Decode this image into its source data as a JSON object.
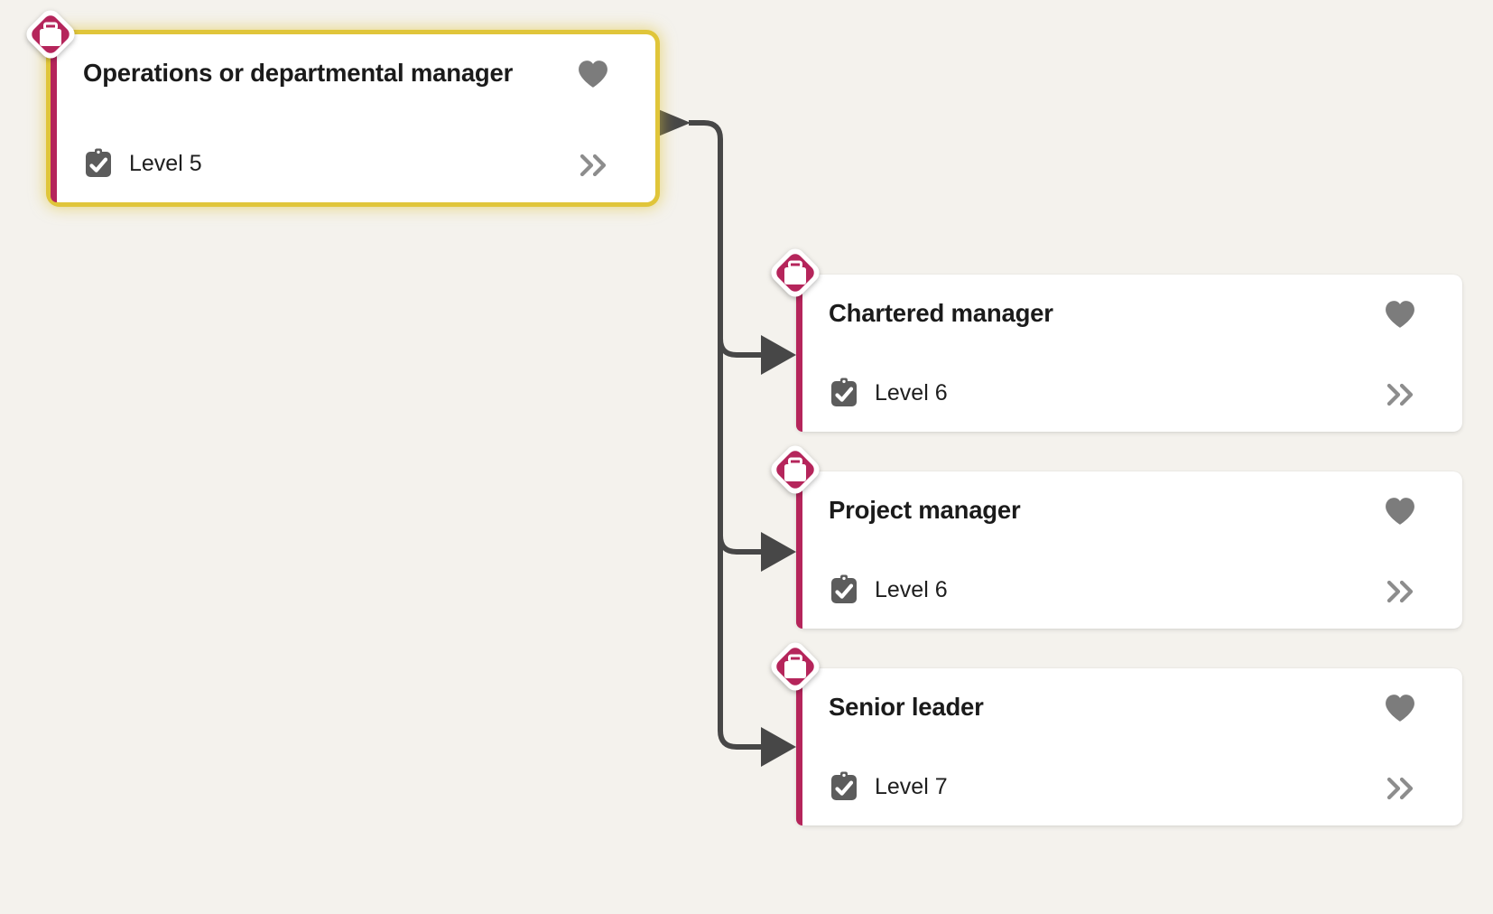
{
  "canvas": {
    "background_color": "#f4f2ed",
    "accent_color": "#b5255b",
    "selection_color": "#e0c53a",
    "connector_color": "#474747",
    "icon_gray": "#6e6e6e",
    "meta_icon_gray": "#595959"
  },
  "nodes": [
    {
      "id": "root",
      "title": "Operations or departmental manager",
      "level_label": "Level 5",
      "badge_icon": "briefcase-icon",
      "meta_icon": "clipboard-check-icon",
      "favourite_icon": "heart-icon",
      "expand_icon": "double-chevron-right-icon",
      "selected": true
    },
    {
      "id": "chartered-manager",
      "title": "Chartered manager",
      "level_label": "Level 6",
      "badge_icon": "briefcase-icon",
      "meta_icon": "clipboard-check-icon",
      "favourite_icon": "heart-icon",
      "expand_icon": "double-chevron-right-icon",
      "selected": false
    },
    {
      "id": "project-manager",
      "title": "Project manager",
      "level_label": "Level 6",
      "badge_icon": "briefcase-icon",
      "meta_icon": "clipboard-check-icon",
      "favourite_icon": "heart-icon",
      "expand_icon": "double-chevron-right-icon",
      "selected": false
    },
    {
      "id": "senior-leader",
      "title": "Senior leader",
      "level_label": "Level 7",
      "badge_icon": "briefcase-icon",
      "meta_icon": "clipboard-check-icon",
      "favourite_icon": "heart-icon",
      "expand_icon": "double-chevron-right-icon",
      "selected": false
    }
  ],
  "edges": [
    {
      "from": "root",
      "to": "chartered-manager"
    },
    {
      "from": "root",
      "to": "project-manager"
    },
    {
      "from": "root",
      "to": "senior-leader"
    }
  ]
}
